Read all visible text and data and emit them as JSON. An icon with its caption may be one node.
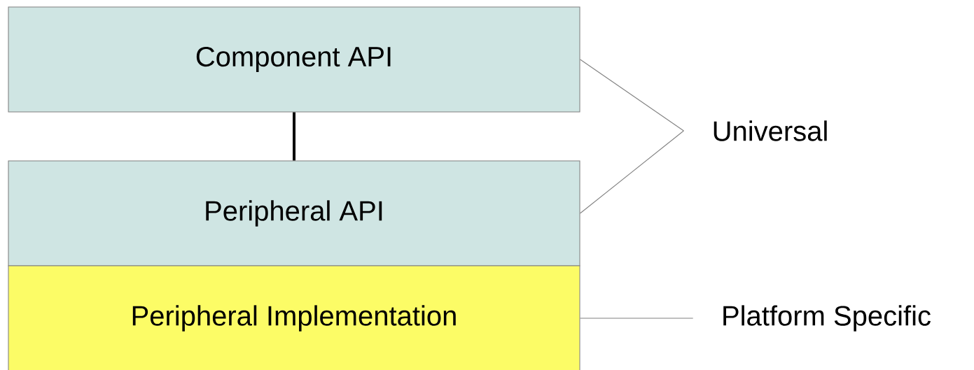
{
  "diagram": {
    "nodes": [
      {
        "text": [
          "Component API"
        ]
      },
      {
        "text": [
          "Peripheral API"
        ]
      },
      {
        "text": [
          "Peripheral Implementation"
        ]
      },
      {
        "text": [
          "Universal"
        ]
      },
      {
        "text": [
          "Platform Specific"
        ]
      }
    ],
    "edges": [
      {
        "from": 0,
        "to": 1,
        "arrow": "none",
        "style": "thick",
        "color": "#000000"
      },
      {
        "from": 0,
        "to": 3,
        "arrow": "none"
      },
      {
        "from": 1,
        "to": 3,
        "arrow": "none"
      },
      {
        "from": 2,
        "to": 4,
        "arrow": "none"
      }
    ]
  }
}
